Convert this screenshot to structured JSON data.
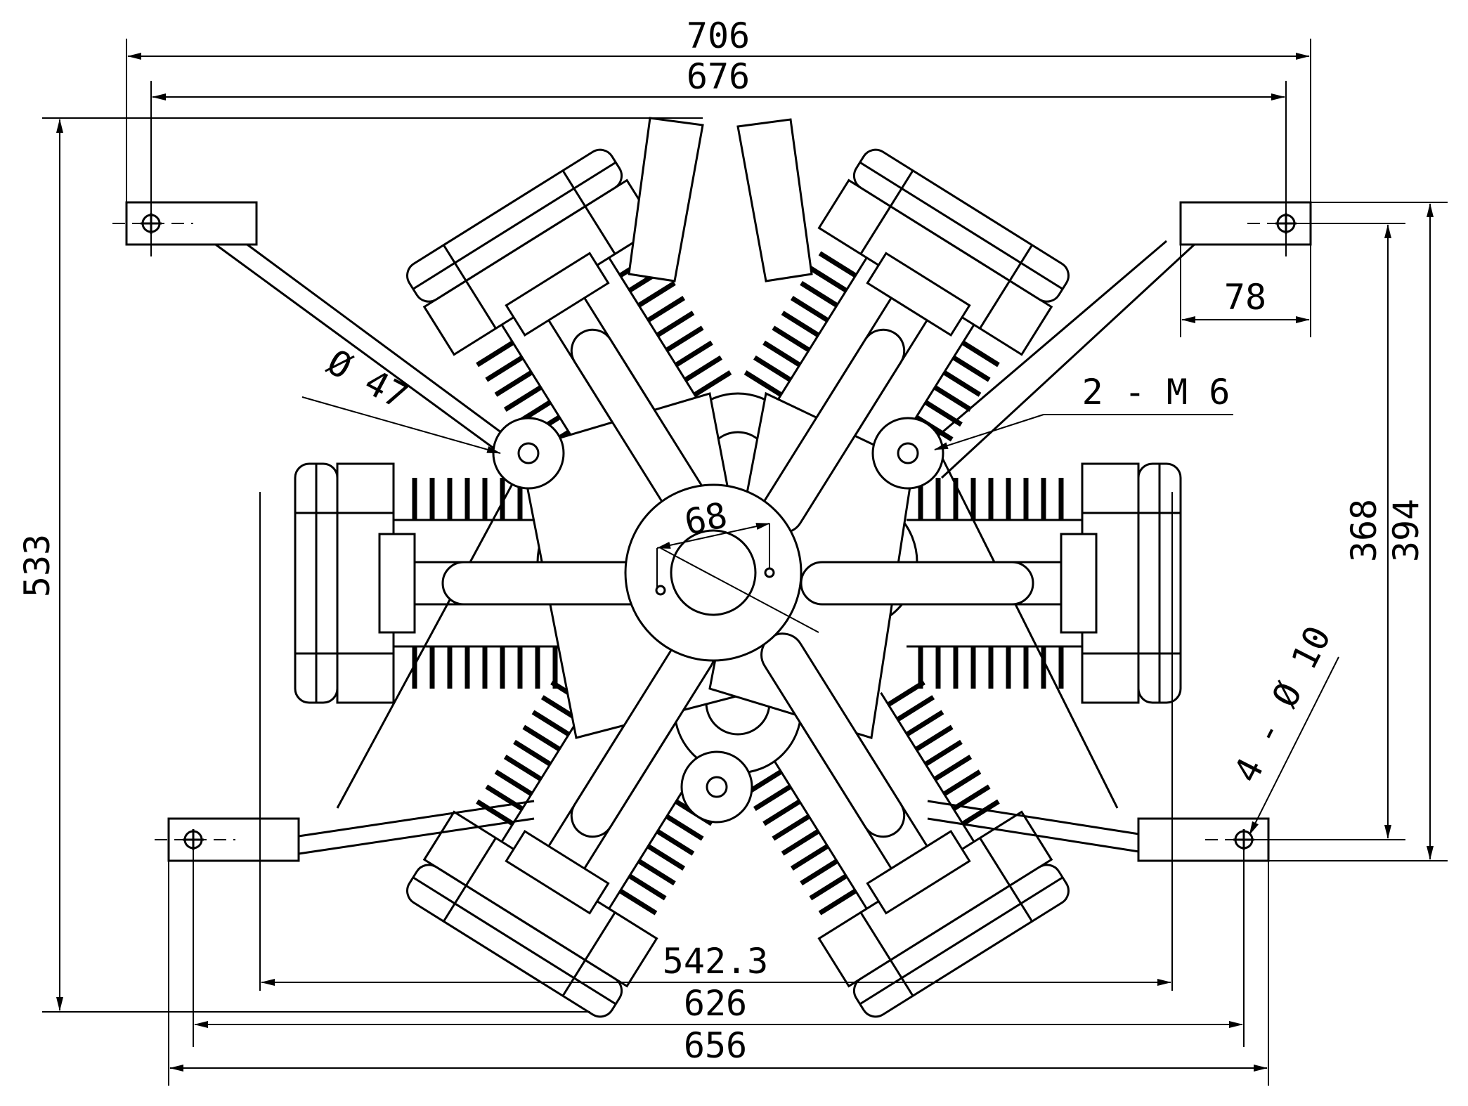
{
  "dimensions": {
    "overall_width": "706",
    "width_676": "676",
    "height_533": "533",
    "mount_tab": "78",
    "hole_spacing_368": "368",
    "hole_spacing_394": "394",
    "width_542": "542.3",
    "width_626": "626",
    "width_656": "656",
    "hub_68": "68"
  },
  "callouts": {
    "bore_47": "Ø 47",
    "thread_m6": "2 - M 6",
    "holes_10": "4 - Ø 10"
  },
  "colors": {
    "line": "#000000",
    "background": "#ffffff"
  }
}
